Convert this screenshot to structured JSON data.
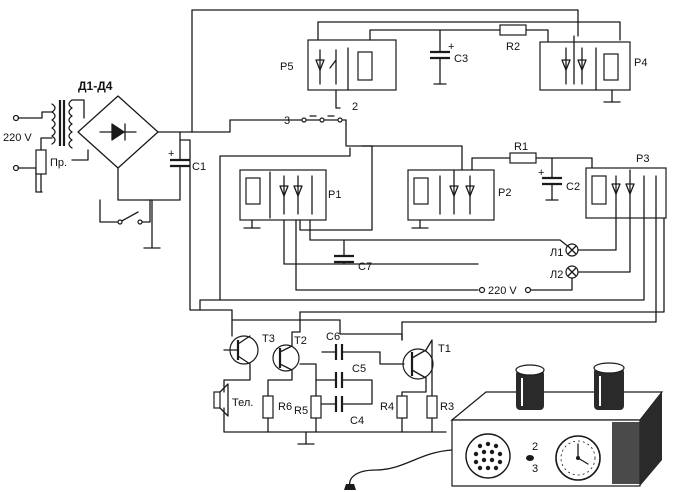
{
  "labels": {
    "v220_left": "220 V",
    "pr": "Пр.",
    "bridge": "Д1-Д4",
    "c1": "С1",
    "p5": "Р5",
    "c3": "С3",
    "r2": "R2",
    "p4": "Р4",
    "sw3": "3",
    "sw2": "2",
    "r1": "R1",
    "p3": "Р3",
    "p1": "Р1",
    "p2": "Р2",
    "c2": "С2",
    "l1": "Л1",
    "l2": "Л2",
    "c7": "С7",
    "v220_mid": "220 V",
    "t3": "Т3",
    "t2": "Т2",
    "t1": "Т1",
    "c6": "С6",
    "c5": "С5",
    "c4": "С4",
    "tel": "Тел.",
    "r6": "R6",
    "r5": "R5",
    "r4": "R4",
    "r3": "R3",
    "device_knob_2": "2",
    "device_knob_3": "3"
  }
}
